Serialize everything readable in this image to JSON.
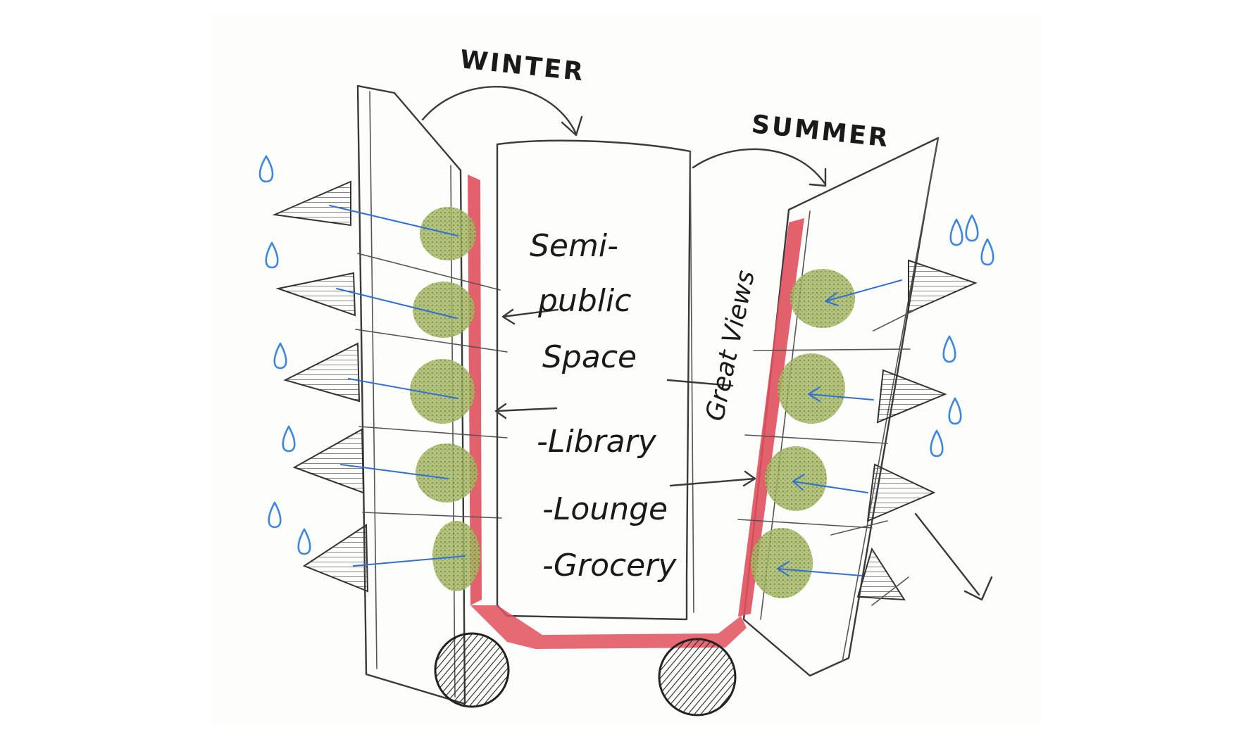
{
  "labels": {
    "winter": "WINTER",
    "summer": "SUMMER",
    "great_views": "Great Views"
  },
  "program": {
    "lines": [
      "Semi-",
      "public",
      "Space",
      "-Library",
      "-Lounge",
      "-Grocery"
    ]
  },
  "colors": {
    "paper": "#fdfdfb",
    "wall_red": "#e0505c",
    "vegetation_green": "#8aa04a",
    "rain_blue": "#3d86e0",
    "pencil": "#3a3a3a"
  }
}
